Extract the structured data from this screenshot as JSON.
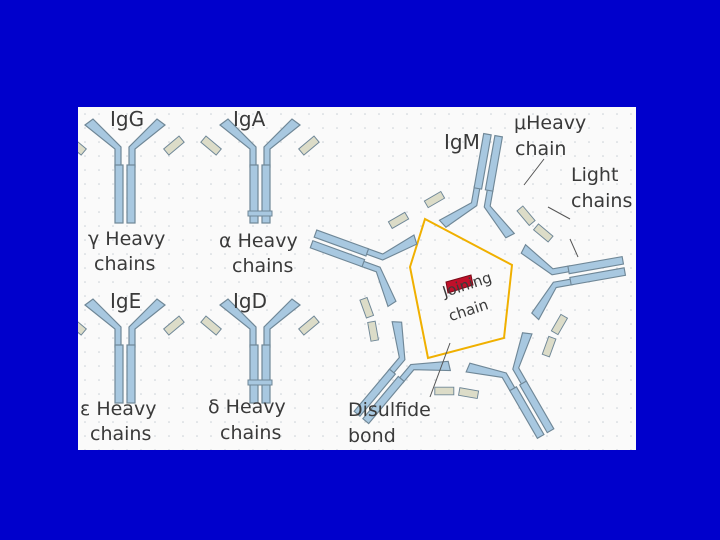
{
  "figure": {
    "colors": {
      "background": "#0000cc",
      "panel": "#fafafa",
      "heavy_chain": "#a8c8e0",
      "light_chain": "#dcdcc8",
      "outline": "#6f8797",
      "disulfide": "#f0b000",
      "joining_chain": "#c0102a"
    },
    "antibodies": {
      "igg": {
        "name": "IgG",
        "heavy_symbol": "γ",
        "heavy_text": "Heavy",
        "chains_text": "chains"
      },
      "iga": {
        "name": "IgA",
        "heavy_symbol": "α",
        "heavy_text": "Heavy",
        "chains_text": "chains"
      },
      "ige": {
        "name": "IgE",
        "heavy_symbol": "ε",
        "heavy_text": "Heavy",
        "chains_text": "chains"
      },
      "igd": {
        "name": "IgD",
        "heavy_symbol": "δ",
        "heavy_text": "Heavy",
        "chains_text": "chains"
      },
      "igm": {
        "name": "IgM",
        "heavy_symbol": "μ",
        "heavy_text": "Heavy",
        "chain_text": "chain",
        "light_line1": "Light",
        "light_line2": "chains",
        "joining_line1": "Joining",
        "joining_line2": "chain",
        "disulfide_line1": "Disulfide",
        "disulfide_line2": "bond"
      }
    }
  }
}
